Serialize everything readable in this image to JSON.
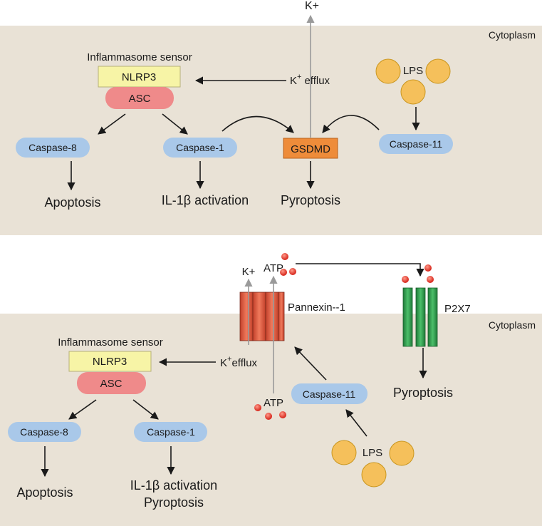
{
  "panel_top": {
    "compartment": "Cytoplasm",
    "outside_ion": "K+",
    "sensor_title": "Inflammasome sensor",
    "nlrp3": "NLRP3",
    "asc": "ASC",
    "k_efflux_k": "K",
    "k_efflux_sup": "+",
    "k_efflux_word": "efflux",
    "lps": "LPS",
    "caspase8": "Caspase-8",
    "caspase1": "Caspase-1",
    "gsdmd": "GSDMD",
    "caspase11": "Caspase-11",
    "apoptosis": "Apoptosis",
    "il1b": "IL-1β activation",
    "pyroptosis": "Pyroptosis"
  },
  "panel_bottom": {
    "compartment": "Cytoplasm",
    "k_out": "K+",
    "atp_out": "ATP",
    "pannexin": "Pannexin--1",
    "p2x7": "P2X7",
    "sensor_title": "Inflammasome sensor",
    "nlrp3": "NLRP3",
    "asc": "ASC",
    "k_efflux_k": "K",
    "k_efflux_sup": "+",
    "k_efflux_word": "efflux",
    "atp_in": "ATP",
    "caspase11": "Caspase-11",
    "pyroptosis_p2x7": "Pyroptosis",
    "lps": "LPS",
    "caspase8": "Caspase-8",
    "caspase1": "Caspase-1",
    "apoptosis": "Apoptosis",
    "il1b": "IL-1β activation",
    "pyroptosis": "Pyroptosis"
  },
  "colors": {
    "cytoplasm": "#e9e2d6",
    "nlrp3": "#f7f4a6",
    "asc": "#ef8a8a",
    "caspase": "#a9c8e9",
    "gsdmd": "#ee8c3a",
    "lps": "#f5c05b",
    "pannexin": "#e6644a",
    "p2x7": "#2f9a4e",
    "atp_dot": "#e03b2f"
  }
}
